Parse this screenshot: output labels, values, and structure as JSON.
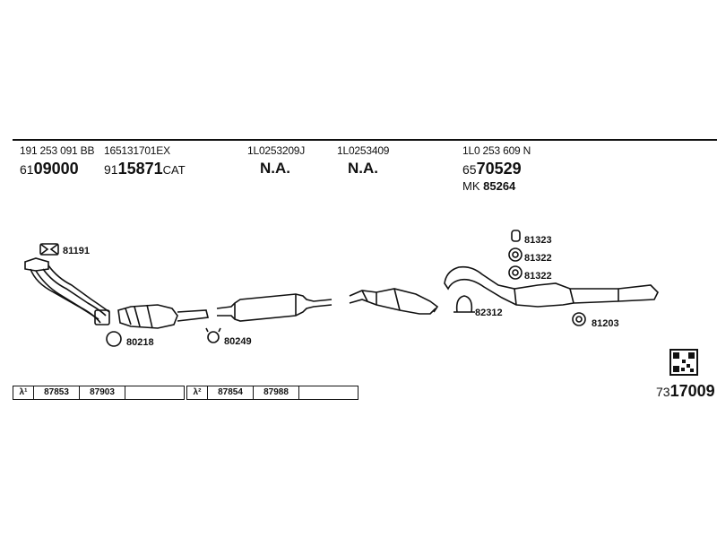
{
  "columns": [
    {
      "ref": "191 253 091 BB",
      "prefix": "61",
      "main": "09000",
      "suffix": ""
    },
    {
      "ref": "165131701EX",
      "prefix": "91",
      "main": "15871",
      "suffix": "CAT"
    },
    {
      "ref": "1L0253209J",
      "na": "N.A."
    },
    {
      "ref": "1L0253409",
      "na": "N.A."
    },
    {
      "ref": "1L0 253 609 N",
      "prefix": "65",
      "main": "70529",
      "suffix": "",
      "mk_prefix": "MK",
      "mk_value": "85264"
    }
  ],
  "part_numbers": {
    "p81191": "81191",
    "p80218": "80218",
    "p80249": "80249",
    "p82312": "82312",
    "p81323": "81323",
    "p81322a": "81322",
    "p81322b": "81322",
    "p81203": "81203"
  },
  "lambda": [
    {
      "label": "λ¹",
      "a": "87853",
      "b": "87903"
    },
    {
      "label": "λ²",
      "a": "87854",
      "b": "87988"
    }
  ],
  "catalog": {
    "prefix": "73",
    "main": "17009"
  }
}
